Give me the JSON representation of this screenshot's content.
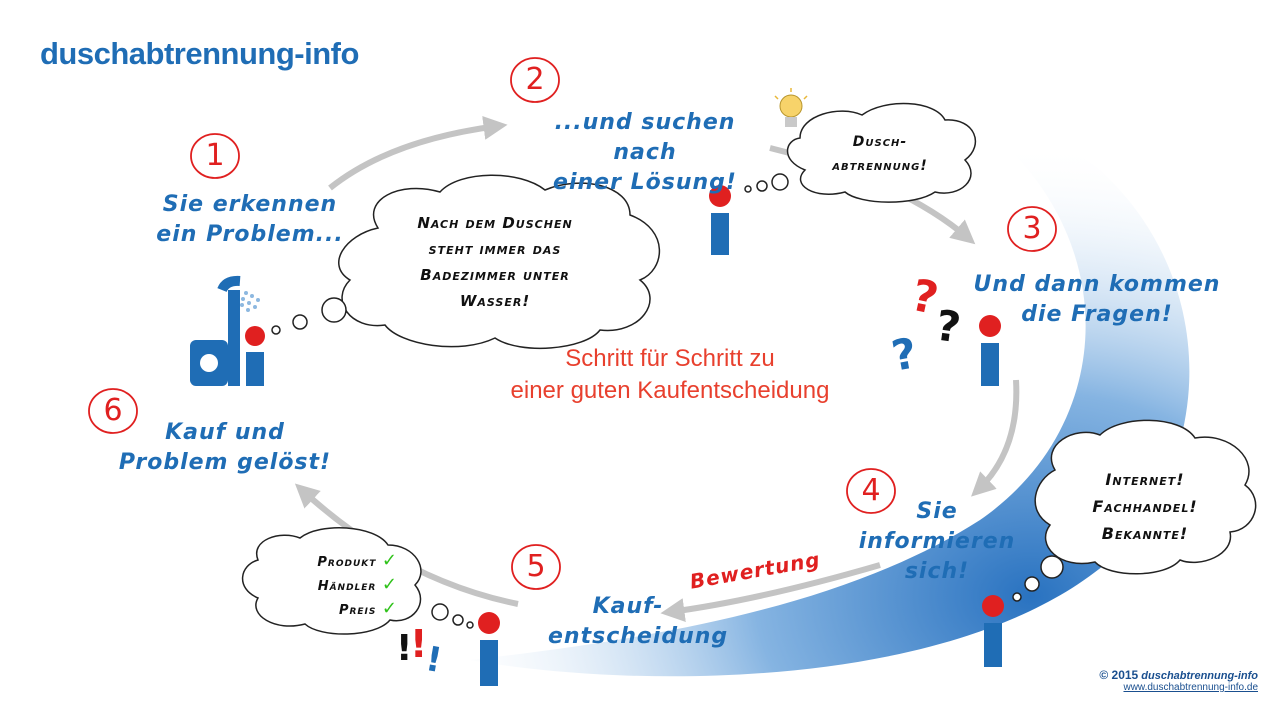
{
  "logo": {
    "text": "duschabtrennung-info"
  },
  "center_text": {
    "line1": "Schritt für Schritt zu",
    "line2": "einer guten Kaufentscheidung"
  },
  "steps": [
    {
      "number": "1",
      "line1": "Sie erkennen",
      "line2": "ein Problem..."
    },
    {
      "number": "2",
      "line1": "...und suchen nach",
      "line2": "einer Lösung!"
    },
    {
      "number": "3",
      "line1": "Und dann kommen",
      "line2": "die Fragen!"
    },
    {
      "number": "4",
      "line1": "Sie",
      "line2": "informieren",
      "line3": "sich!"
    },
    {
      "number": "5",
      "line1": "Kauf-",
      "line2": "entscheidung"
    },
    {
      "number": "6",
      "line1": "Kauf und",
      "line2": "Problem gelöst!"
    }
  ],
  "bubbles": {
    "problem": [
      "Nach dem Duschen",
      "steht immer das",
      "Badezimmer unter",
      "Wasser!"
    ],
    "solution": [
      "Dusch-",
      "abtrennung!"
    ],
    "info": [
      "Internet!",
      "Fachhandel!",
      "Bekannte!"
    ],
    "checklist": [
      "Produkt",
      "Händler",
      "Preis"
    ]
  },
  "arrow_label": "Bewertung",
  "symbols": {
    "question": "?",
    "exclaim": "!",
    "check": "✓"
  },
  "footer": {
    "copyright": "© 2015",
    "brand": "duschabtrennung-info",
    "url": "www.duschabtrennung-info.de"
  },
  "colors": {
    "brand_blue": "#1f6db5",
    "accent_red": "#e02020",
    "arrow_gray": "#c4c4c4",
    "text_black": "#111111"
  }
}
